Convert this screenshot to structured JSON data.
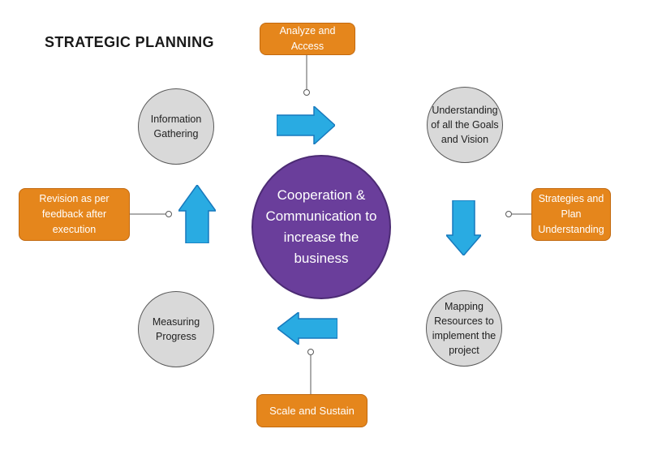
{
  "title": "STRATEGIC PLANNING",
  "center_node": {
    "label": "Cooperation &\nCommunication to\nincrease the\nbusiness"
  },
  "stage_circles": [
    {
      "id": "information-gathering",
      "label": "Information\nGathering"
    },
    {
      "id": "understanding-goals-vision",
      "label": "Understanding\nof all the Goals\nand Vision"
    },
    {
      "id": "mapping-resources",
      "label": "Mapping\nResources to\nimplement the\nproject"
    },
    {
      "id": "measuring-progress",
      "label": "Measuring\nProgress"
    }
  ],
  "callouts": [
    {
      "id": "analyze-and-access",
      "label": "Analyze and\nAccess"
    },
    {
      "id": "strategies-and-plan-understanding",
      "label": "Strategies and\nPlan\nUnderstanding"
    },
    {
      "id": "scale-and-sustain",
      "label": "Scale and Sustain"
    },
    {
      "id": "revision-as-per-feedback",
      "label": "Revision as per\nfeedback after\nexecution"
    }
  ],
  "arrows": [
    {
      "id": "arrow-right",
      "direction": "right"
    },
    {
      "id": "arrow-down",
      "direction": "down"
    },
    {
      "id": "arrow-left",
      "direction": "left"
    },
    {
      "id": "arrow-up",
      "direction": "up"
    }
  ],
  "colors": {
    "background": "#FFFFFF",
    "callout_fill": "#E5861C",
    "callout_border": "#C2690F",
    "callout_text": "#FFFFFF",
    "arrow_fill": "#29ABE2",
    "arrow_border": "#1779BD",
    "center_fill": "#6A3E9B",
    "center_border": "#4C2B74",
    "stage_fill": "#D9D9D9",
    "stage_border": "#595959",
    "connector_line": "#595959",
    "title_text": "#1A1A1A"
  }
}
